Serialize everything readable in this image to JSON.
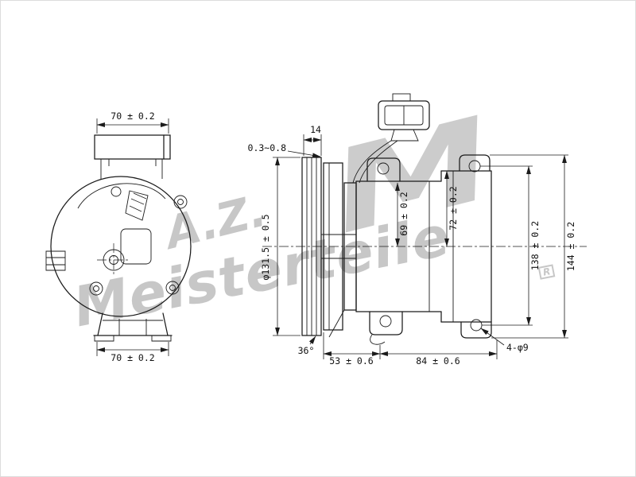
{
  "watermark": {
    "prefix": "A.Z.",
    "logo": "M",
    "name": "Meisterteile",
    "registered": "R"
  },
  "front_view": {
    "dim_top": "70 ± 0.2",
    "dim_bottom": "70 ± 0.2"
  },
  "side_view": {
    "dim_air_gap": "0.3~0.8",
    "dim_groove_width": "14",
    "dim_pulley_diameter": "φ131.5 ± 0.5",
    "dim_height_69": "69 ± 0.2",
    "dim_height_72": "72 ± 0.2",
    "dim_height_138": "138 ± 0.2",
    "dim_height_144": "144 ± 0.2",
    "dim_groove_angle": "36°",
    "dim_length_53": "53 ± 0.6",
    "dim_length_84": "84 ± 0.6",
    "dim_mount_holes": "4-φ9"
  }
}
